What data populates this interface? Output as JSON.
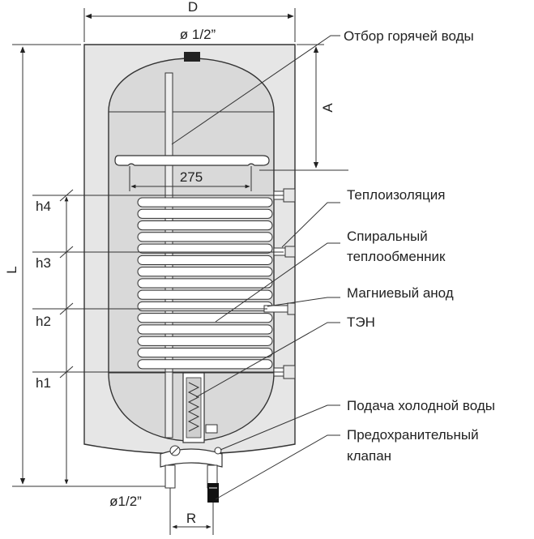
{
  "labels": {
    "hot_water_outlet": "Отбор горячей воды",
    "insulation": "Теплоизоляция",
    "coil_line1": "Спиральный",
    "coil_line2": "теплообменник",
    "anode": "Магниевый анод",
    "heater": "ТЭН",
    "cold_water_inlet": "Подача холодной воды",
    "valve_line1": "Предохранительный",
    "valve_line2": "клапан"
  },
  "dimensions": {
    "D": "D",
    "L": "L",
    "A": "A",
    "R": "R",
    "top_pipe": "ø 1/2”",
    "bottom_pipe": "ø1/2”",
    "bracket_width": "275",
    "h4": "h4",
    "h3": "h3",
    "h2": "h2",
    "h1": "h1"
  },
  "colors": {
    "insulation": "#e6e6e6",
    "tank": "#dadada",
    "outline": "#333333",
    "coil": "#ffffff"
  }
}
